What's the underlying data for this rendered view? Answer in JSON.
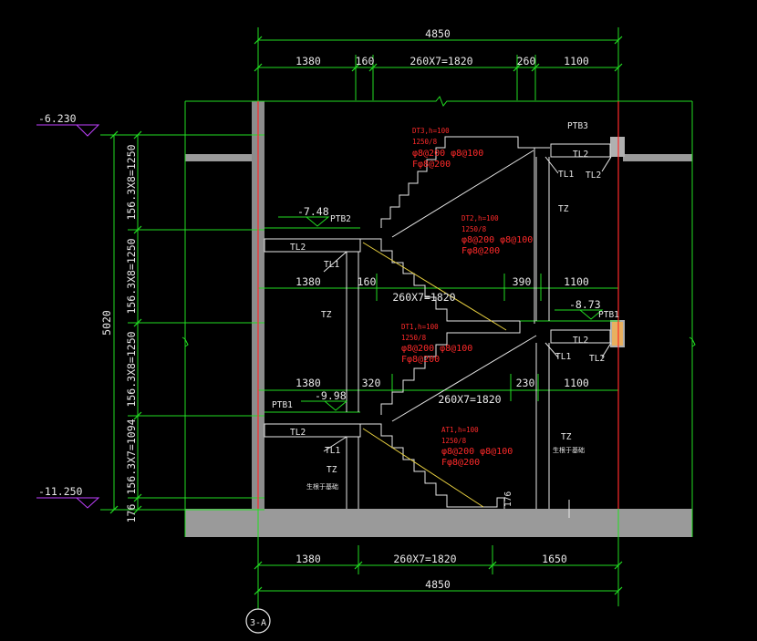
{
  "dims_top": {
    "overall": "4850",
    "segments": [
      "1380",
      "160",
      "260X7=1820",
      "260",
      "1100"
    ]
  },
  "dims_mid1": {
    "segments": [
      "1380",
      "160",
      "260X7=1820",
      "390",
      "1100"
    ]
  },
  "dims_mid2": {
    "segments": [
      "1380",
      "320",
      "260X7=1820",
      "230",
      "1100"
    ]
  },
  "dims_bottom": {
    "segments": [
      "1380",
      "260X7=1820",
      "1650"
    ],
    "overall": "4850"
  },
  "dims_left": {
    "total": "5020",
    "segments": [
      "156.3X8=1250",
      "156.3X8=1250",
      "156.3X8=1250",
      "156.3X7=1094",
      "176"
    ]
  },
  "levels": {
    "top": "-6.230",
    "bottom": "-11.250",
    "l748": "-7.48",
    "l873": "-8.73",
    "l998": "-9.98"
  },
  "labels": {
    "ptb1": "PTB1",
    "ptb1b": "PTB1",
    "ptb2": "PTB2",
    "ptb3": "PTB3",
    "tl1": "TL1",
    "tl2": "TL2",
    "tz": "TZ",
    "tread_176": "176",
    "axis": "3-A",
    "note_cn": "生根于基础"
  },
  "rebar": {
    "dt3": [
      "DT3,h=100",
      "1250/8",
      "φ8@200 φ8@100",
      "Fφ8@200"
    ],
    "dt2": [
      "DT2,h=100",
      "1250/8",
      "φ8@200 φ8@100",
      "Fφ8@200"
    ],
    "dt1": [
      "DT1,h=100",
      "1250/8",
      "φ8@200 φ8@100",
      "Fφ8@200"
    ],
    "at1": [
      "AT1,h=100",
      "1250/8",
      "φ8@200 φ8@100",
      "Fφ8@200"
    ]
  },
  "colors": {
    "background": "#000000",
    "dim": "#22dd22",
    "wall": "#9a9a9a",
    "text": "#e8e8e8",
    "rebar": "#ff2a2a",
    "level": "#c040ff",
    "stair": "#e8e8e8",
    "slab": "#e8d040"
  }
}
